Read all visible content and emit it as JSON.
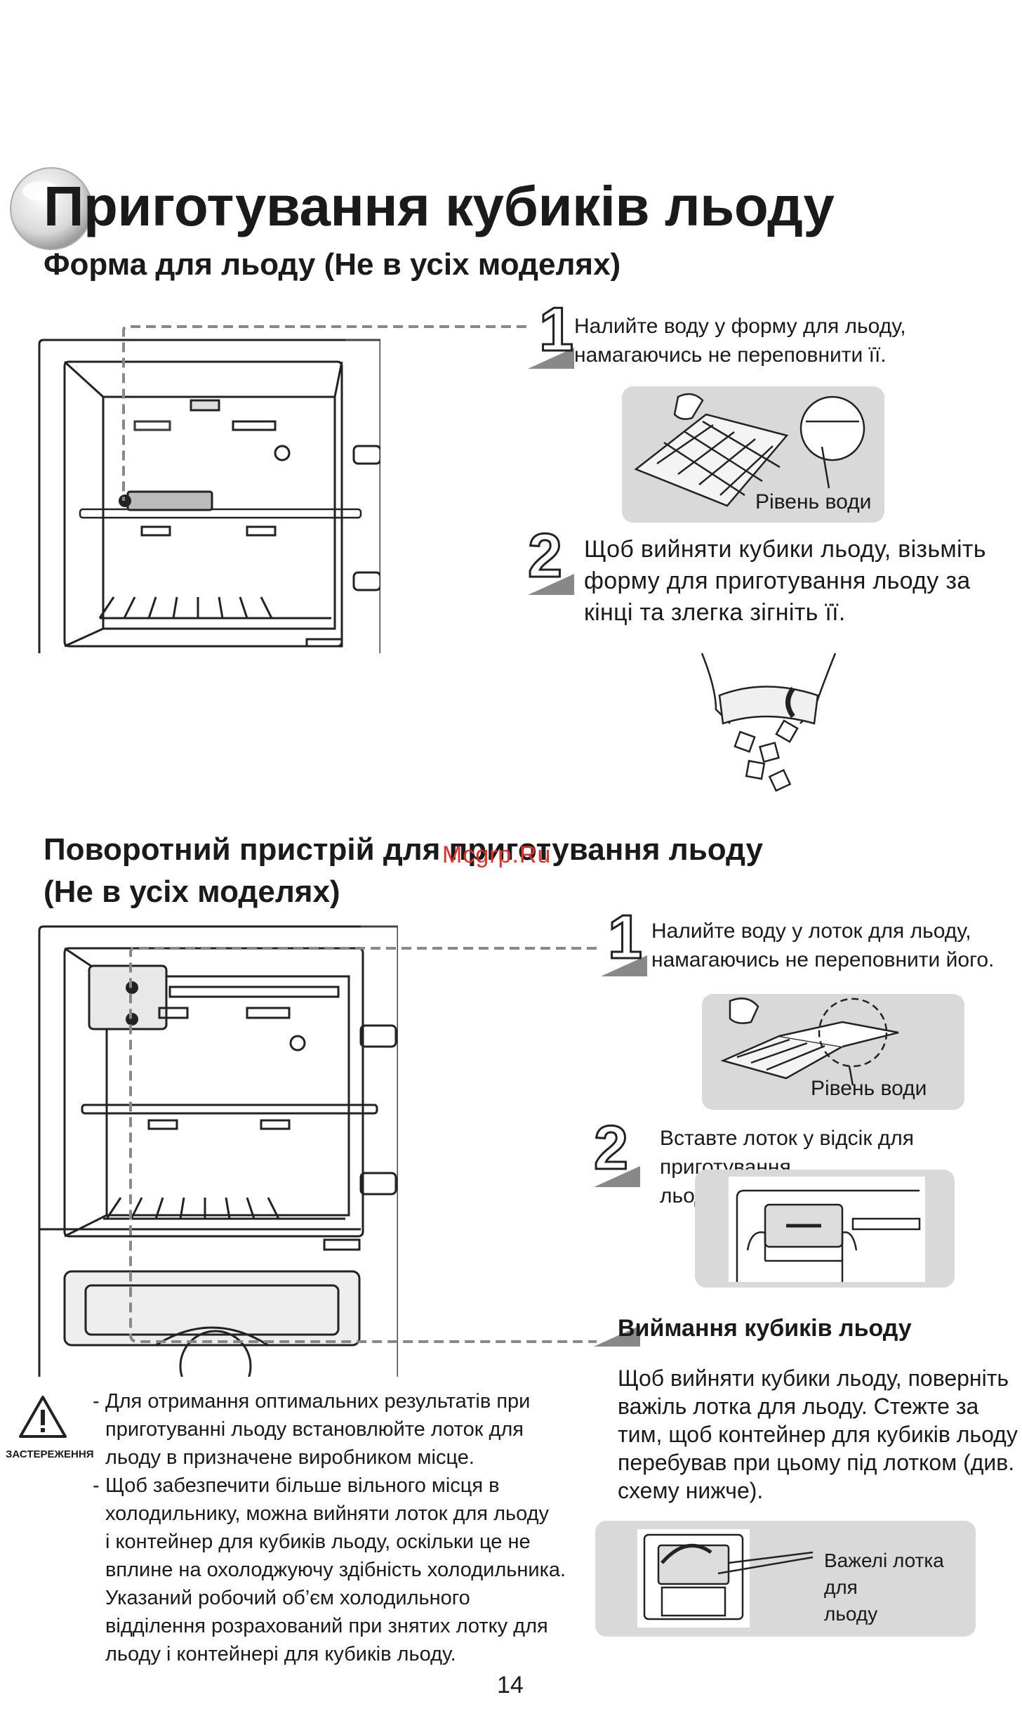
{
  "page": {
    "title": "Приготування кубиків льоду",
    "page_number": "14"
  },
  "section1": {
    "heading": "Форма для льоду (Не в усіх моделях)",
    "step1": {
      "number": "1",
      "text_line1": "Налийте воду у форму для льоду,",
      "text_line2": "намагаючись не переповнити її.",
      "caption": "Рівень води"
    },
    "step2": {
      "number": "2",
      "text_line1": "Щоб вийняти кубики льоду, візьміть",
      "text_line2": "форму для приготування льоду за",
      "text_line3": "кінці та злегка зігніть її."
    }
  },
  "section2": {
    "heading_line1": "Поворотний пристрій для приготування льоду",
    "heading_line2": "(Не в усіх моделях)",
    "watermark": "Mcgrp.Ru",
    "step1": {
      "number": "1",
      "text_line1": "Налийте воду у лоток для льоду,",
      "text_line2": "намагаючись не переповнити його.",
      "caption": "Рівень води"
    },
    "step2": {
      "number": "2",
      "text_line1": "Вставте лоток у відсік для приготування",
      "text_line2": "льоду."
    },
    "removal": {
      "heading": "Виймання кубиків льоду",
      "lines": [
        "Щоб вийняти кубики льоду, поверніть",
        "важіль лотка для льоду. Стежте за",
        "тим, щоб контейнер для кубиків льоду",
        "перебував при цьому під лотком (див.",
        "схему нижче)."
      ],
      "caption_line1": "Важелі лотка для",
      "caption_line2": "льоду"
    }
  },
  "warning": {
    "label": "ЗАСТЕРЕЖЕННЯ",
    "bullet1": [
      "Для отримання оптимальних результатів при",
      "приготуванні льоду встановлюйте лоток для",
      "льоду в призначене виробником місце."
    ],
    "bullet2": [
      "Щоб забезпечити більше вільного місця в",
      "холодильнику, можна вийняти лоток для льоду",
      "і контейнер для кубиків льоду, оскільки це не",
      "вплине на охолоджуючу здібність холодильника.",
      "Указаний робочий об’єм холодильного",
      "відділення розрахований при знятих лотку для",
      "льоду і контейнері для кубиків льоду."
    ]
  }
}
